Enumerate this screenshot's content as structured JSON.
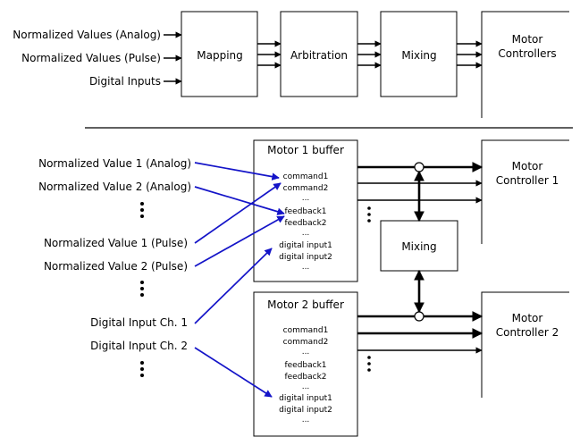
{
  "top": {
    "inputs": [
      "Normalized Values (Analog)",
      "Normalized Values (Pulse)",
      "Digital Inputs"
    ],
    "stages": [
      "Mapping",
      "Arbitration",
      "Mixing"
    ],
    "controllers_line1": "Motor",
    "controllers_line2": "Controllers"
  },
  "bottom": {
    "inputs": [
      "Normalized Value 1 (Analog)",
      "Normalized Value 2 (Analog)",
      "Normalized Value 1 (Pulse)",
      "Normalized Value 2 (Pulse)",
      "Digital Input Ch. 1",
      "Digital Input Ch. 2"
    ],
    "buffer1": {
      "title": "Motor 1 buffer",
      "lines": [
        "command1",
        "command2",
        "...",
        "feedback1",
        "feedback2",
        "...",
        "digital input1",
        "digital input2",
        "..."
      ]
    },
    "buffer2": {
      "title": "Motor 2 buffer",
      "lines": [
        "command1",
        "command2",
        "...",
        "feedback1",
        "feedback2",
        "...",
        "digital input1",
        "digital input2",
        "..."
      ]
    },
    "mixing": "Mixing",
    "controller1": [
      "Motor",
      "Controller 1"
    ],
    "controller2": [
      "Motor",
      "Controller 2"
    ]
  }
}
